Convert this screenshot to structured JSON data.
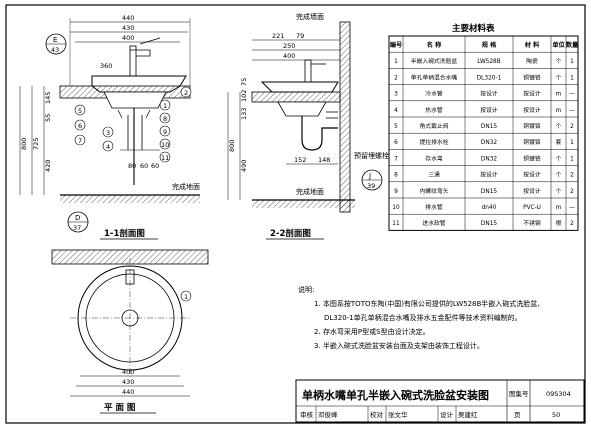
{
  "drawing_title": "单柄水嘴单孔半嵌入碗式洗脸盆安装图",
  "title_block": {
    "atlas_label": "图集号",
    "atlas_no": "09S304",
    "page_label": "页",
    "page_no": "50",
    "review_label": "审核",
    "reviewer": "邓俊峰",
    "check_label": "校对",
    "checker": "张文华",
    "design_label": "设计",
    "designer": "吴建红"
  },
  "views": {
    "section_1_title": "1-1剖面图",
    "section_2_title": "2-2剖面图",
    "plan_title": "平 面 图"
  },
  "section1": {
    "dims_top": [
      "440",
      "430",
      "400"
    ],
    "dim_360": "360",
    "dims_left": [
      "145",
      "55",
      "725",
      "800",
      "420"
    ],
    "dims_bottom": [
      "80",
      "60",
      "60"
    ],
    "finished_floor": "完成地面",
    "markers": [
      {
        "letter": "E",
        "page": "43"
      },
      {
        "letter": "D",
        "page": "37"
      }
    ],
    "balloons": [
      "1",
      "2",
      "3",
      "4",
      "5",
      "6",
      "7",
      "8",
      "9",
      "10",
      "11"
    ],
    "section_mark": "1"
  },
  "section2": {
    "finished_wall": "完成墙面",
    "dims_top": [
      "221",
      "79",
      "250",
      "400"
    ],
    "dims_left": [
      "133",
      "102",
      "75",
      "800",
      "490"
    ],
    "dims_bottom": [
      "152",
      "148"
    ],
    "embedded_bracket": "预留埋螺栓",
    "finished_floor": "完成地面",
    "markers": [
      {
        "letter": "J",
        "page": "39"
      }
    ],
    "section_mark": "2"
  },
  "plan": {
    "dims": [
      "400",
      "430",
      "440"
    ],
    "section_mark": "1",
    "balloon": "1"
  },
  "materials": {
    "title": "主要材料表",
    "columns": [
      "编号",
      "名 称",
      "规 格",
      "材 料",
      "单位",
      "数量"
    ],
    "rows": [
      [
        "1",
        "半嵌入碗式洗脸盆",
        "LW528B",
        "陶瓷",
        "个",
        "1"
      ],
      [
        "2",
        "单孔单柄混合水嘴",
        "DL320-1",
        "铜镀铬",
        "个",
        "1"
      ],
      [
        "3",
        "冷水管",
        "按设计",
        "按设计",
        "m",
        "—"
      ],
      [
        "4",
        "热水管",
        "按设计",
        "按设计",
        "m",
        "—"
      ],
      [
        "5",
        "角式截止阀",
        "DN15",
        "铜镀铬",
        "个",
        "2"
      ],
      [
        "6",
        "提拉排水栓",
        "DN32",
        "铜镀铬",
        "套",
        "1"
      ],
      [
        "7",
        "存水弯",
        "DN32",
        "铜镀铬",
        "个",
        "1"
      ],
      [
        "8",
        "三通",
        "按设计",
        "按设计",
        "个",
        "2"
      ],
      [
        "9",
        "内螺纹弯头",
        "DN15",
        "按设计",
        "个",
        "2"
      ],
      [
        "10",
        "排水管",
        "dn40",
        "PVC-U",
        "m",
        "—"
      ],
      [
        "11",
        "进水软管",
        "DN15",
        "不锈钢",
        "根",
        "2"
      ]
    ]
  },
  "notes": {
    "heading": "说明:",
    "items": [
      "1. 本图系按TOTO东陶(中国)有限公司提供的LW528B半嵌入碗式洗脸盆、",
      "DL320-1单孔单柄混合水嘴及排水五金配件等技术资料编制的。",
      "2. 存水弯采用P型或S型由设计决定。",
      "3. 半嵌入碗式洗脸盆安装台面及支架由装饰工程设计。"
    ]
  }
}
